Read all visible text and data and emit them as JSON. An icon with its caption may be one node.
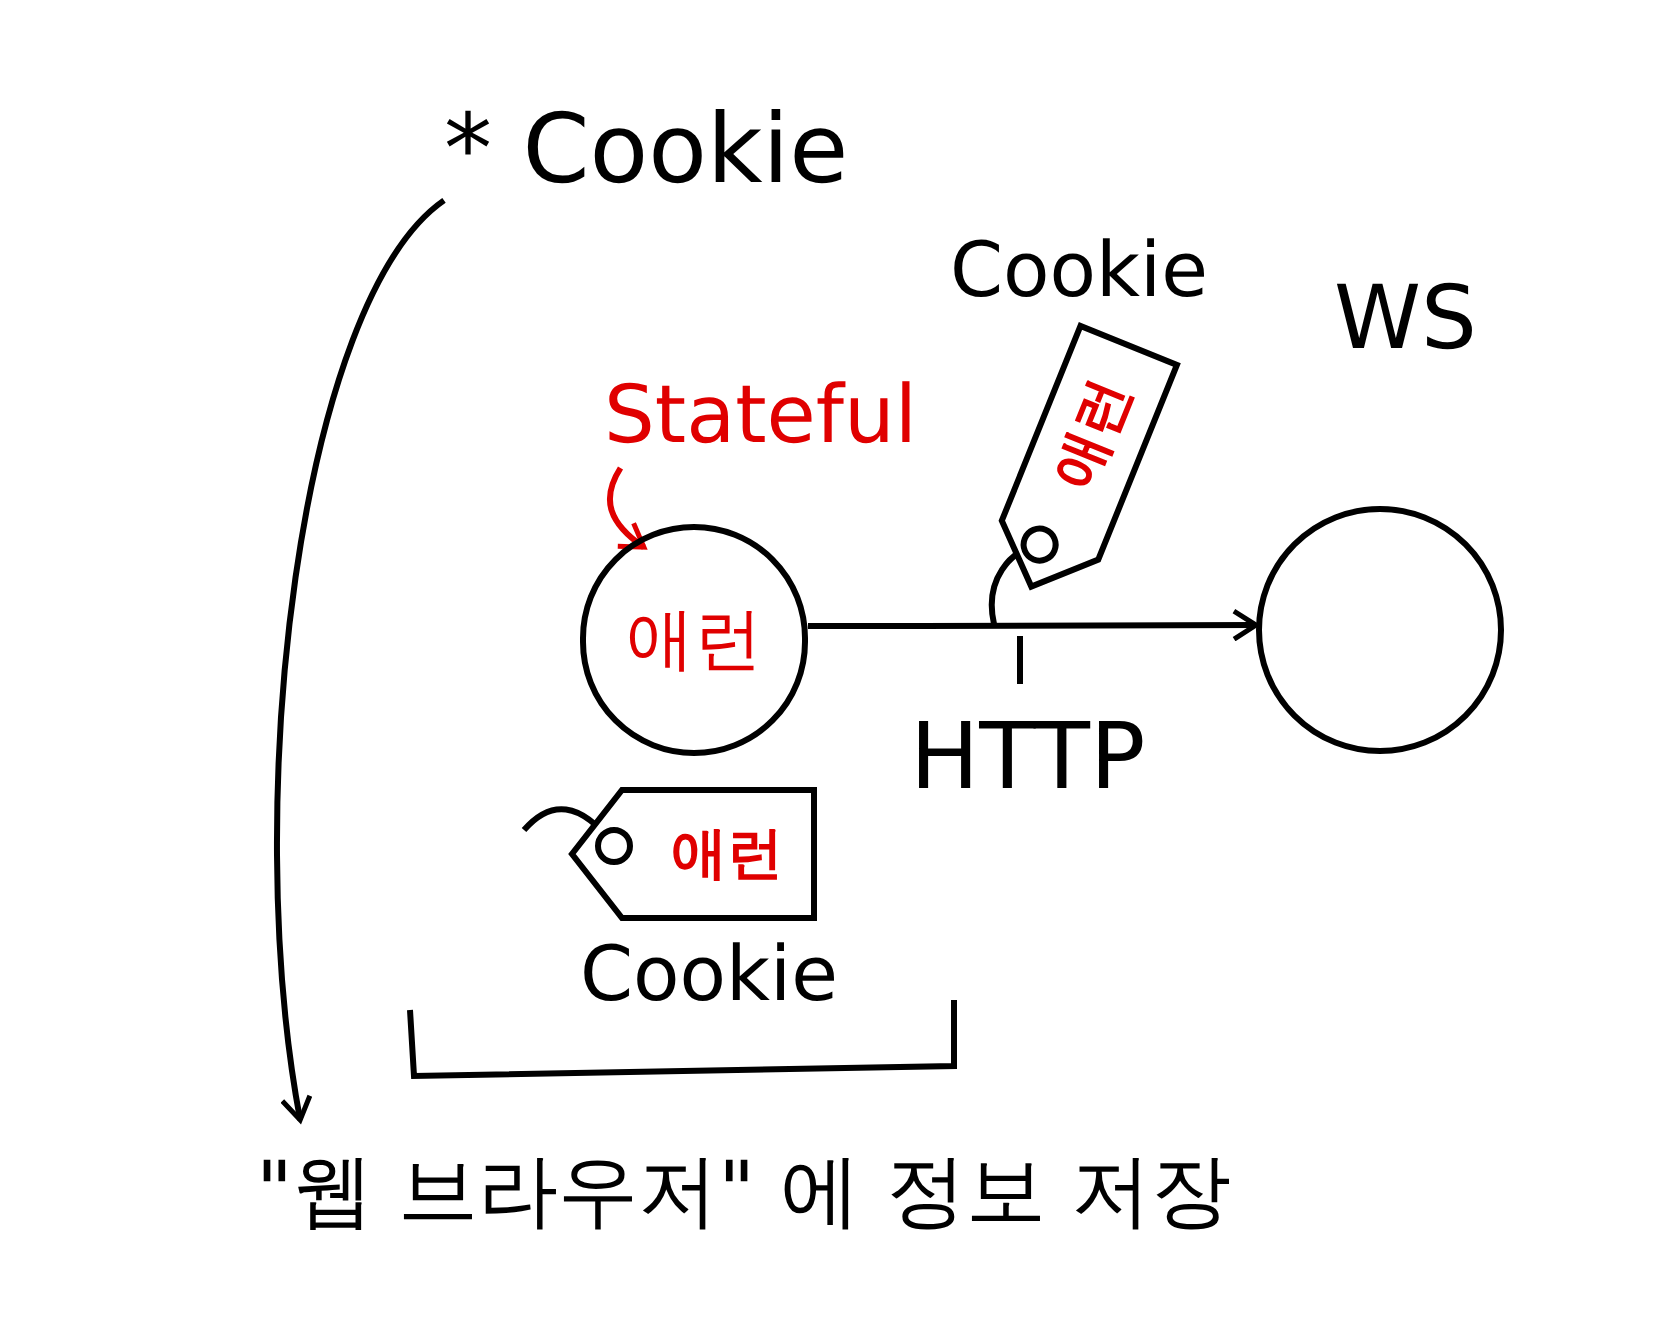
{
  "diagram": {
    "nodes": [
      {
        "text": [
          "애런"
        ]
      },
      {
        "text": [
          "WS"
        ]
      },
      {
        "text": [
          "애런"
        ],
        "beside": [
          "Cookie"
        ]
      },
      {
        "text": [
          "애런"
        ],
        "beside": [
          "Cookie"
        ]
      },
      {
        "text": [
          "Stateful"
        ]
      },
      {
        "text": [
          "* Cookie"
        ]
      },
      {
        "text": [
          "\"웹 브라우저\" 에 정보 저장"
        ]
      }
    ],
    "edges": [
      {
        "from": 0,
        "to": 1,
        "arrow": "to",
        "label": "HTTP"
      },
      {
        "from": 4,
        "to": 0,
        "arrow": "to",
        "color": "#e00000"
      },
      {
        "from": 5,
        "to": 6,
        "arrow": "to"
      },
      {
        "from": 2,
        "to": null,
        "arrow": "none"
      },
      {
        "from": 3,
        "to": null,
        "arrow": "none"
      }
    ]
  }
}
